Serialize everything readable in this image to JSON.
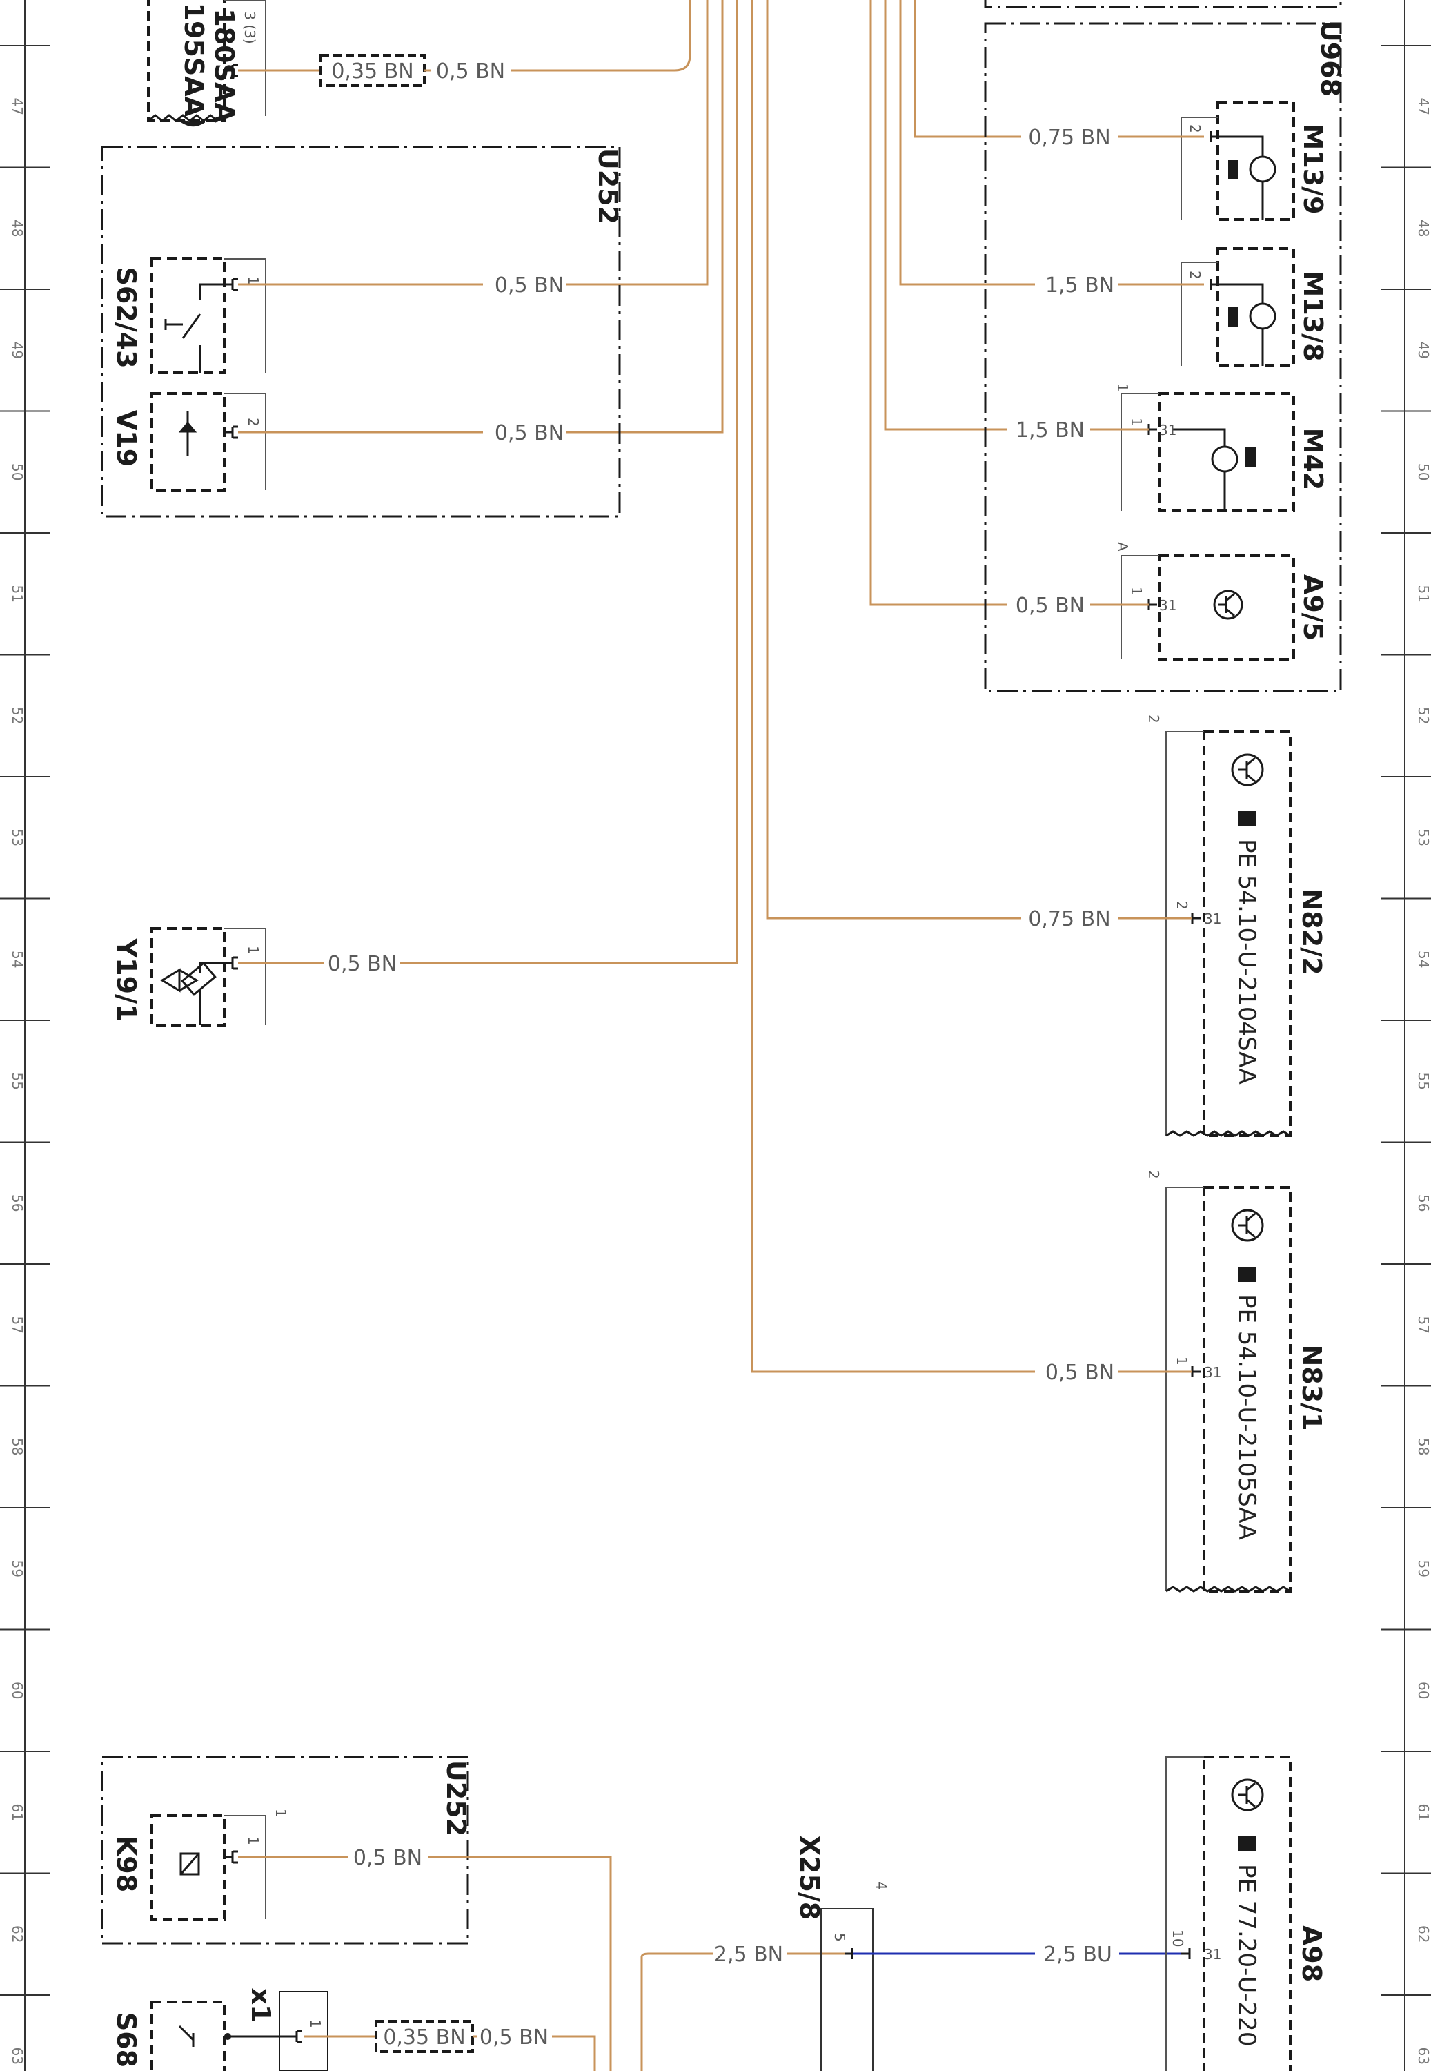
{
  "colors": {
    "brown_wire": "#c8935a",
    "blue_wire": "#1f2fb0",
    "box_line": "#1a1a1a",
    "rail_line": "#333333"
  },
  "rail_numbers": [
    "47",
    "48",
    "49",
    "50",
    "51",
    "52",
    "53",
    "54",
    "55",
    "56",
    "57",
    "58",
    "59",
    "60",
    "61",
    "62",
    "63"
  ],
  "left_components": {
    "top_partial": {
      "line1": "180SAA",
      "line2": "195SAA)",
      "pin": "3 (3)",
      "wire_dashed": "0,35 BN",
      "wire": "0,5 BN"
    },
    "u252_top": {
      "box_label": "U252",
      "s62_43": {
        "label": "S62/43",
        "pin": "1",
        "wire": "0,5 BN"
      },
      "v19": {
        "label": "V19",
        "pin": "2",
        "wire": "0,5 BN"
      }
    },
    "y19_1": {
      "label": "Y19/1",
      "pin": "1",
      "wire": "0,5 BN"
    },
    "u252_bottom": {
      "box_label": "U252",
      "k98": {
        "label": "K98",
        "pin": "1",
        "outer_pin": "1",
        "wire": "0,5 BN"
      }
    },
    "s68": {
      "label": "S68",
      "conn": "x1",
      "pin": "1",
      "wire_dashed": "0,35 BN",
      "wire": "0,5 BN"
    },
    "x25_8": {
      "label": "X25/8",
      "outer_pin": "4",
      "pin": "5",
      "wire_in": "2,5 BN",
      "wire_out": "2,5 BU"
    }
  },
  "right_components": {
    "u968": {
      "box_label": "U968",
      "m13_9": {
        "label": "M13/9",
        "pin": "2",
        "wire": "0,75 BN"
      },
      "m13_8": {
        "label": "M13/8",
        "pin": "2",
        "wire": "1,5 BN"
      },
      "m42": {
        "label": "M42",
        "outer_pin": "1",
        "pin": "1",
        "gnd": "31",
        "wire": "1,5 BN"
      },
      "a9_5": {
        "label": "A9/5",
        "outer_pin": "A",
        "pin": "1",
        "gnd": "31",
        "wire": "0,5 BN"
      }
    },
    "n82_2": {
      "label": "N82/2",
      "ref": "PE 54.10-U-2104SAA",
      "outer_pin": "2",
      "pin": "2",
      "gnd": "31",
      "wire": "0,75 BN"
    },
    "n83_1": {
      "label": "N83/1",
      "ref": "PE 54.10-U-2105SAA",
      "outer_pin": "2",
      "pin": "1",
      "gnd": "31",
      "wire": "0,5 BN"
    },
    "a98": {
      "label": "A98",
      "ref": "PE 77.20-U-220",
      "pin": "10",
      "gnd": "31"
    }
  }
}
